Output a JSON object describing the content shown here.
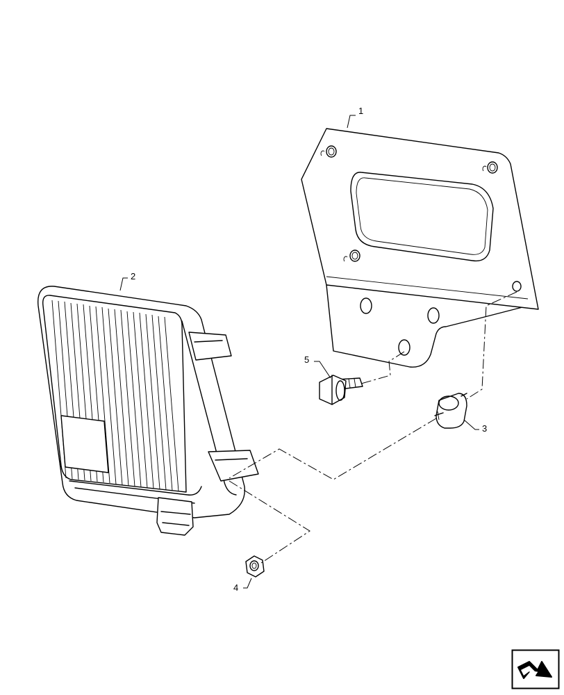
{
  "callouts": [
    {
      "id": "bracket",
      "label": "1"
    },
    {
      "id": "controller",
      "label": "2"
    },
    {
      "id": "isolator",
      "label": "3"
    },
    {
      "id": "nut",
      "label": "4"
    },
    {
      "id": "bolt",
      "label": "5"
    }
  ],
  "icons": {
    "navigation": "arrow-next-icon"
  }
}
